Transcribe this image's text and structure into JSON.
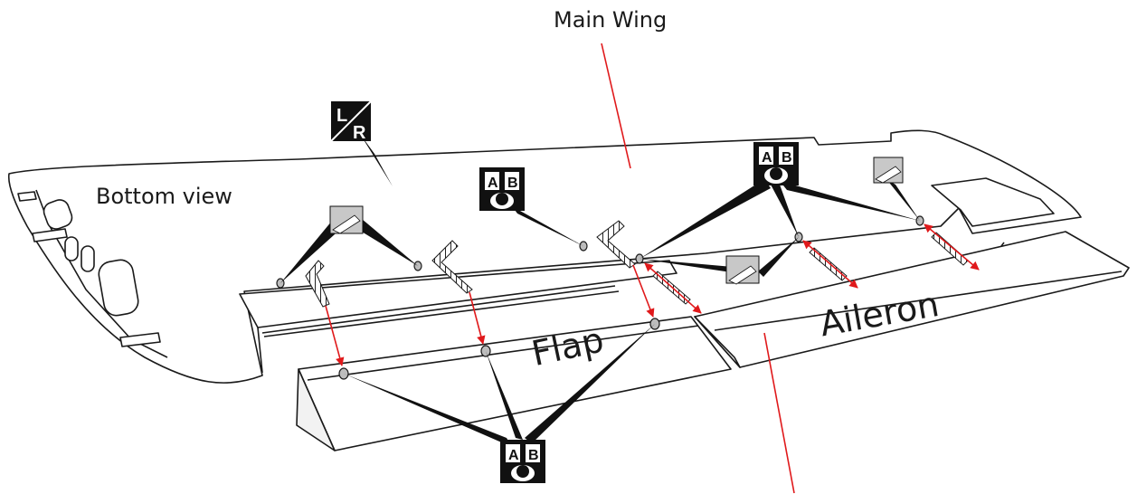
{
  "labels": {
    "main_wing": "Main Wing",
    "bottom_view": "Bottom view",
    "flap": "Flap",
    "aileron": "Aileron"
  },
  "icons": {
    "lr_left": "L",
    "lr_right": "R",
    "ab_a": "A",
    "ab_b": "B"
  },
  "colors": {
    "outline": "#1a1a1a",
    "leader": "#e0191b",
    "arrow": "#e0191b",
    "hinge_point": "#bdbdbd",
    "glue_panel": "#c8c8c8"
  }
}
